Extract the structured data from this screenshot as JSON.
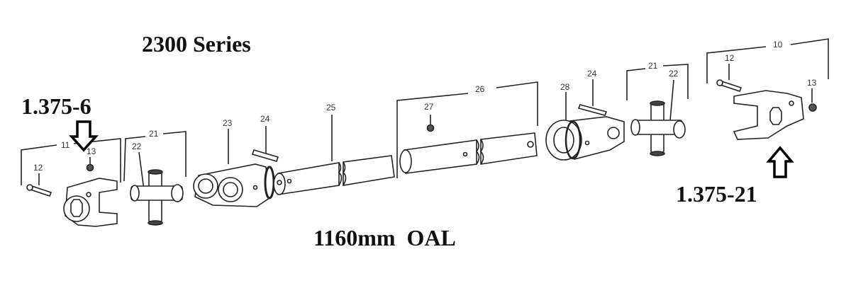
{
  "title": "2300 Series",
  "overall_length": "1160mm  OAL",
  "annotations": [
    {
      "label": "1.375-6",
      "arrow": "down",
      "points_to": "yoke-11"
    },
    {
      "label": "1.375-21",
      "arrow": "up",
      "points_to": "yoke-10"
    }
  ],
  "callouts": {
    "c10": "10",
    "c11": "11",
    "c12a": "12",
    "c12b": "12",
    "c13a": "13",
    "c13b": "13",
    "c21a": "21",
    "c21b": "21",
    "c22a": "22",
    "c22b": "22",
    "c23": "23",
    "c24a": "24",
    "c24b": "24",
    "c25": "25",
    "c26": "26",
    "c27": "27",
    "c28": "28"
  },
  "parts": [
    {
      "id": "10",
      "name": "yoke assembly (right)"
    },
    {
      "id": "11",
      "name": "yoke assembly (left)"
    },
    {
      "id": "12",
      "name": "bolt"
    },
    {
      "id": "13",
      "name": "nut"
    },
    {
      "id": "21",
      "name": "cross kit"
    },
    {
      "id": "22",
      "name": "cross and bearing"
    },
    {
      "id": "23",
      "name": "inner yoke"
    },
    {
      "id": "24",
      "name": "roll pin"
    },
    {
      "id": "25",
      "name": "inner tube"
    },
    {
      "id": "26",
      "name": "outer tube assembly"
    },
    {
      "id": "27",
      "name": "grease fitting"
    },
    {
      "id": "28",
      "name": "outer yoke"
    }
  ]
}
